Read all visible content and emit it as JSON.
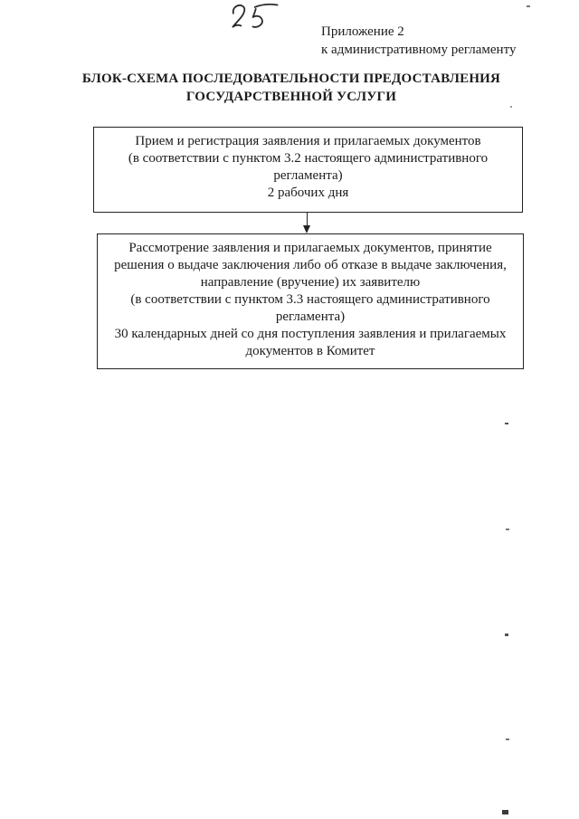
{
  "page": {
    "handwritten_number": "25",
    "appendix_label": "Приложение 2\nк административному регламенту",
    "title": "БЛОК-СХЕМА ПОСЛЕДОВАТЕЛЬНОСТИ ПРЕДОСТАВЛЕНИЯ\nГОСУДАРСТВЕННОЙ УСЛУГИ"
  },
  "flowchart": {
    "steps": [
      {
        "text": "Прием и регистрация заявления и прилагаемых документов\n(в соответствии с пунктом 3.2 настоящего административного\nрегламента)\n2 рабочих дня"
      },
      {
        "text": "Рассмотрение заявления и прилагаемых документов, принятие\nрешения о выдаче заключения либо об отказе в выдаче заключения,\nнаправление (вручение) их заявителю\n(в соответствии с пунктом 3.3 настоящего административного\nрегламента)\n30 календарных дней со дня поступления заявления и прилагаемых\nдокументов в Комитет"
      }
    ]
  },
  "colors": {
    "ink": "#1b1b1b",
    "paper": "#ffffff",
    "border": "#222222"
  }
}
